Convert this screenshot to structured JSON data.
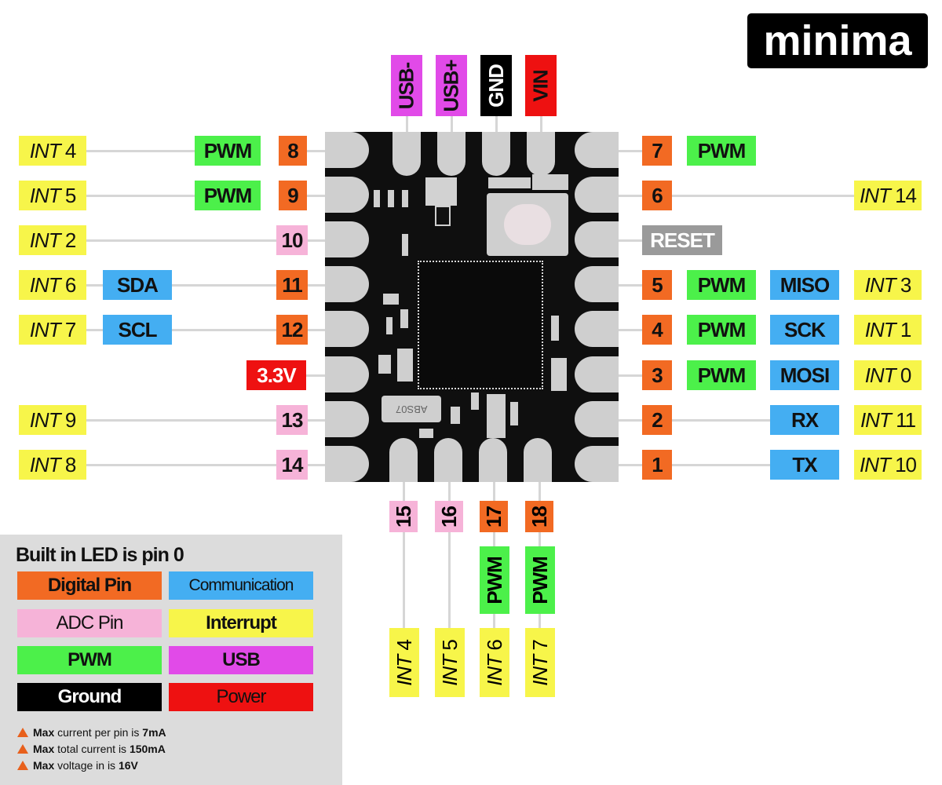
{
  "title": "minima",
  "colors": {
    "digital": "#f26a23",
    "adc": "#f6b3d8",
    "pwm": "#4cf04a",
    "comm": "#44aef2",
    "interrupt": "#f7f54a",
    "usb": "#e14ae8",
    "ground": "#000000",
    "power": "#ee1111",
    "reset": "#9a9a9a",
    "board": "#0f0f0f",
    "pad": "#cfcfcf"
  },
  "top_pins": [
    "USB-",
    "USB+",
    "GND",
    "VIN"
  ],
  "left_pins": [
    {
      "pin": "8",
      "pwm": "PWM",
      "int": "4"
    },
    {
      "pin": "9",
      "pwm": "PWM",
      "int": "5"
    },
    {
      "pin": "10",
      "int": "2"
    },
    {
      "pin": "11",
      "comm": "SDA",
      "int": "6"
    },
    {
      "pin": "12",
      "comm": "SCL",
      "int": "7"
    },
    {
      "pin": "3.3V"
    },
    {
      "pin": "13",
      "int": "9"
    },
    {
      "pin": "14",
      "int": "8"
    }
  ],
  "right_pins": [
    {
      "pin": "7",
      "pwm": "PWM"
    },
    {
      "pin": "6",
      "int": "14"
    },
    {
      "pin": "RESET"
    },
    {
      "pin": "5",
      "pwm": "PWM",
      "comm": "MISO",
      "int": "3"
    },
    {
      "pin": "4",
      "pwm": "PWM",
      "comm": "SCK",
      "int": "1"
    },
    {
      "pin": "3",
      "pwm": "PWM",
      "comm": "MOSI",
      "int": "0"
    },
    {
      "pin": "2",
      "comm": "RX",
      "int": "11"
    },
    {
      "pin": "1",
      "comm": "TX",
      "int": "10"
    }
  ],
  "bottom_pins": [
    {
      "pin": "15",
      "int": "4"
    },
    {
      "pin": "16",
      "int": "5"
    },
    {
      "pin": "17",
      "pwm": "PWM",
      "int": "6"
    },
    {
      "pin": "18",
      "pwm": "PWM",
      "int": "7"
    }
  ],
  "int_prefix": "INT",
  "crystal_label": "ABS07",
  "legend": {
    "heading": "Built in LED is pin 0",
    "items": [
      "Digital Pin",
      "Communication",
      "ADC Pin",
      "Interrupt",
      "PWM",
      "USB",
      "Ground",
      "Power"
    ],
    "notes": [
      {
        "pre": "Max",
        "mid": " current per pin is ",
        "val": "7mA"
      },
      {
        "pre": "Max",
        "mid": " total current is ",
        "val": "150mA"
      },
      {
        "pre": "Max",
        "mid": " voltage in is ",
        "val": "16V"
      }
    ]
  }
}
